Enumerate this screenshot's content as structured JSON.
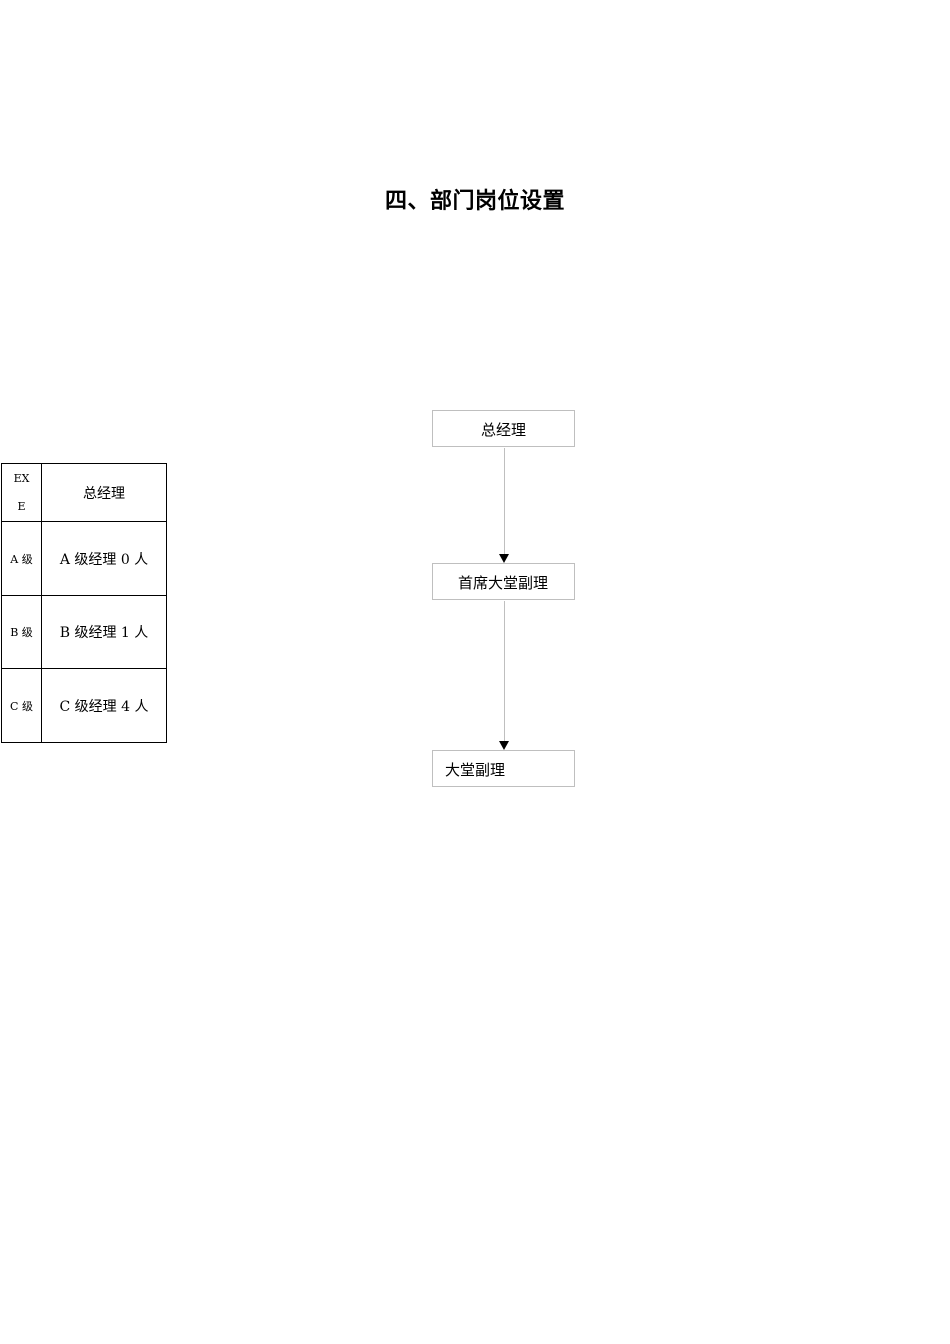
{
  "title": "四、部门岗位设置",
  "levels_table": {
    "rows": [
      {
        "level": "EXE",
        "level_line1": "EX",
        "level_line2": "E",
        "description": "总经理"
      },
      {
        "level": "A 级",
        "description": "A 级经理 0 人"
      },
      {
        "level": "B 级",
        "description": "B 级经理 1 人"
      },
      {
        "level": "C 级",
        "description": "C 级经理 4 人"
      }
    ]
  },
  "org_chart": {
    "nodes": [
      "总经理",
      "首席大堂副理",
      "大堂副理"
    ]
  }
}
